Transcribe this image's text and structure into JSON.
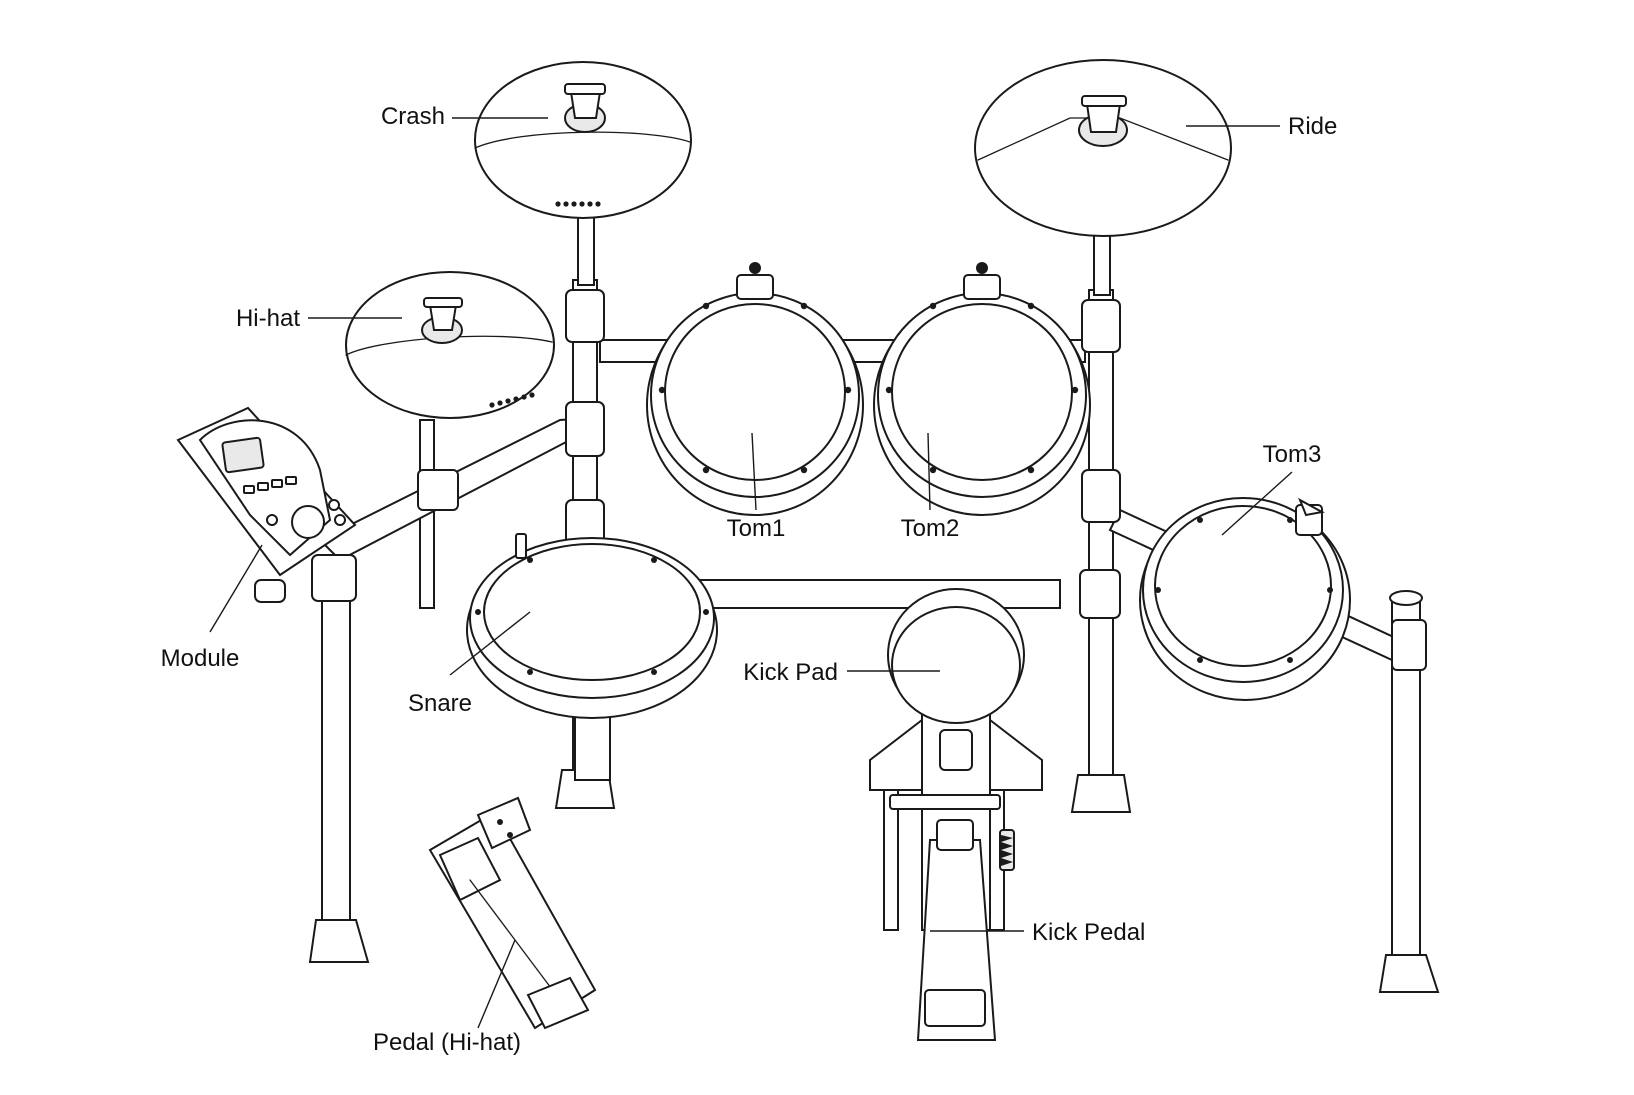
{
  "labels": {
    "crash": "Crash",
    "ride": "Ride",
    "hihat": "Hi-hat",
    "tom1": "Tom1",
    "tom2": "Tom2",
    "tom3": "Tom3",
    "module": "Module",
    "snare": "Snare",
    "kick_pad": "Kick Pad",
    "kick_pedal": "Kick Pedal",
    "pedal_hihat": "Pedal (Hi-hat)"
  },
  "icons": {
    "drum_kit": "electronic-drum-kit-line-drawing"
  },
  "colors": {
    "line": "#1a1a1a",
    "background": "#ffffff"
  }
}
